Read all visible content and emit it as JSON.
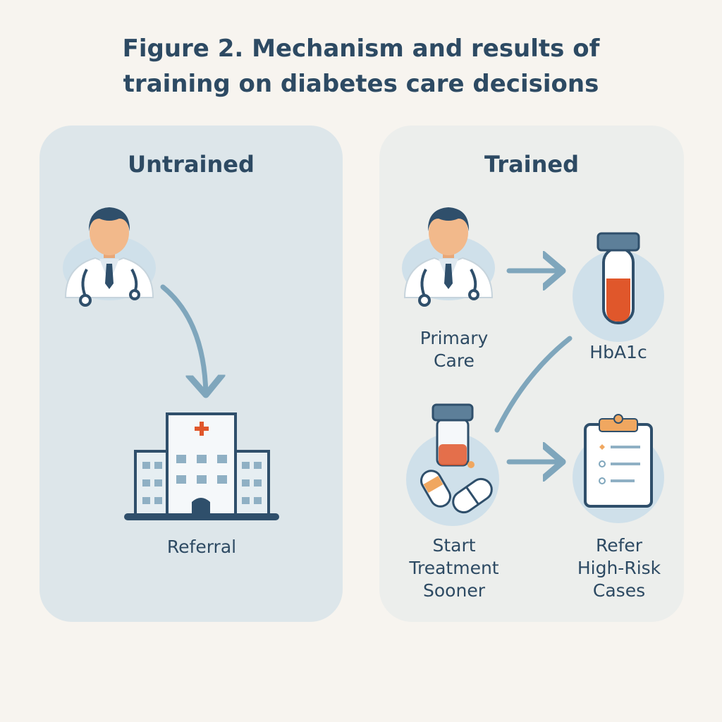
{
  "title": {
    "line1": "Figure 2. Mechanism and results of",
    "line2": "training on diabetes care decisions"
  },
  "untrained": {
    "heading": "Untrained",
    "referral_label": "Referral"
  },
  "trained": {
    "heading": "Trained",
    "primary_care_label": [
      "Primary",
      "Care"
    ],
    "hba1c_label": "HbA1c",
    "start_treatment_label": [
      "Start",
      "Treatment",
      "Sooner"
    ],
    "refer_high_risk_label": [
      "Refer",
      "High-Risk",
      "Cases"
    ]
  },
  "icons": {
    "doctor": "doctor-icon",
    "hospital": "hospital-icon",
    "test_tube": "blood-test-tube-icon",
    "medication": "medication-icon",
    "clipboard": "clipboard-icon",
    "arrow": "arrow-icon"
  },
  "colors": {
    "title": "#2d4a63",
    "arrow": "#7fa6bc",
    "accent_red": "#e0572b",
    "panel_left": "#dde6ea",
    "panel_right": "#eceeec"
  }
}
